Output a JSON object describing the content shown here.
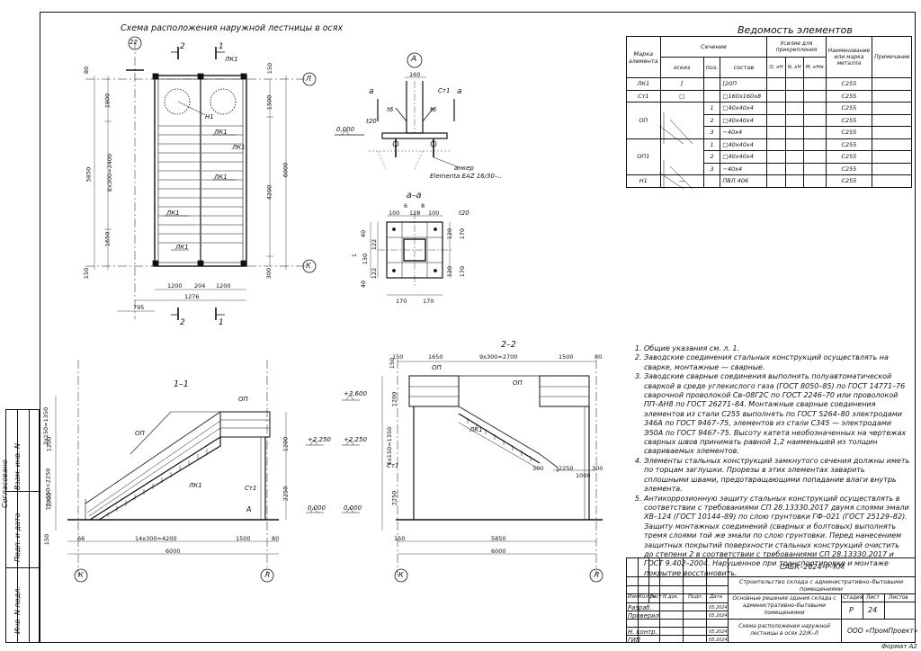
{
  "plan": {
    "title": "Схема расположения наружной лестницы в осях",
    "axis_k": "К",
    "axis_l": "Л",
    "axis_22": "22",
    "sec_2": "2",
    "sec_1": "1",
    "dims_right": [
      "150",
      "1500",
      "6000",
      "4200",
      "300"
    ],
    "dims_left": [
      "5850",
      "1800",
      "8x300=2400",
      "1650",
      "150",
      "80"
    ],
    "dims_bottom": [
      "1200",
      "204",
      "1200",
      "1276",
      "795"
    ],
    "mark_lk1": "ЛК1",
    "mark_n1": "Н1"
  },
  "nodeA": {
    "label": "А",
    "dim_top": "160",
    "mark_cm1": "Ст1",
    "mark_a": "а",
    "t6": "t6",
    "t20": "t20",
    "level": "0,000",
    "anchor1": "анкер",
    "anchor2": "Elementa EAZ 16/30–.."
  },
  "nodeAA": {
    "label": "а–а",
    "dims_top": [
      "100",
      "6",
      "128",
      "8",
      "100"
    ],
    "dims_right": [
      "120",
      "170",
      "120",
      "170"
    ],
    "dims_left": [
      "40",
      "122",
      "130",
      "122",
      "40",
      "1"
    ],
    "dims_bottom": [
      "170",
      "170"
    ],
    "t20": "t20"
  },
  "sec11": {
    "label": "1–1",
    "levels": [
      "+2,250",
      "0,000"
    ],
    "marks": [
      "ОП",
      "ОП",
      "ЛК1",
      "Ст1",
      "А"
    ],
    "dims_left": [
      "2x150=1350",
      "1200",
      "15x150=2250",
      "1200",
      "150"
    ],
    "dims_right": [
      "1200",
      "2250"
    ],
    "dims_bottom": [
      "66",
      "14x300=4200",
      "1500",
      "80",
      "6000"
    ],
    "axis_k": "К",
    "axis_l": "Л"
  },
  "sec22": {
    "label": "2–2",
    "levels": [
      "+3,600",
      "+2,250",
      "0,000"
    ],
    "marks": [
      "ОП",
      "ОП",
      "ЛК1",
      "Ст1"
    ],
    "dims_top": [
      "150",
      "1650",
      "9x300=2700",
      "1500",
      "80"
    ],
    "dims_left": [
      "6x150=1350",
      "1200",
      "2250",
      "150"
    ],
    "dims_bottom": [
      "300",
      "2250",
      "1000",
      "300",
      "5850",
      "150"
    ],
    "dims_overall": "6000",
    "axis_k": "К",
    "axis_l": "Л"
  },
  "elements": {
    "title": "Ведомость элементов",
    "head": {
      "mark": "Марка элемента",
      "section": "Сечение",
      "sketch": "эскиз",
      "pos": "поз.",
      "comp": "состав",
      "force": "Усилие для прикрепления",
      "q": "Q, кН",
      "n": "N, кН",
      "m": "M, кНм",
      "metal": "Наименование или марка металла",
      "note": "Примечание"
    },
    "rows": [
      {
        "mark": "ЛК1",
        "sketch": "[",
        "pos": "",
        "comp": "[20П",
        "metal": "С255"
      },
      {
        "mark": "Ст1",
        "sketch": "□",
        "pos": "",
        "comp": "□160х160х8",
        "metal": "С255"
      },
      {
        "mark": "ОП",
        "sketch": "",
        "pos": "1",
        "comp": "□40х40х4",
        "metal": "С255"
      },
      {
        "mark": "",
        "sketch": "",
        "pos": "2",
        "comp": "□40х40х4",
        "metal": "С255"
      },
      {
        "mark": "",
        "sketch": "",
        "pos": "3",
        "comp": "−40х4",
        "metal": "С255"
      },
      {
        "mark": "ОП1",
        "sketch": "",
        "pos": "1",
        "comp": "□40х40х4",
        "metal": "С255"
      },
      {
        "mark": "",
        "sketch": "",
        "pos": "2",
        "comp": "□40х40х4",
        "metal": "С255"
      },
      {
        "mark": "",
        "sketch": "",
        "pos": "3",
        "comp": "−40х4",
        "metal": "С255"
      },
      {
        "mark": "Н1",
        "sketch": "—",
        "pos": "",
        "comp": "ПВЛ 406",
        "metal": "С255"
      }
    ]
  },
  "notes": [
    "Общие указания см. л. 1.",
    "Заводские соединения стальных конструкций осуществлять на сварке, монтажные — сварные.",
    "Заводские сварные соединения выполнять полуавтоматической сваркой в среде углекислого газа (ГОСТ 8050–85) по ГОСТ 14771–76 сварочной проволокой Св–08Г2С по ГОСТ 2246–70 или проволокой ПП–АН8 по ГОСТ 26271–84. Монтажные сварные соединения элементов из стали С255 выполнять по ГОСТ 5264–80 электродами 346А по ГОСТ 9467–75, элементов из стали С345 — электродами Э50А по ГОСТ 9467–75. Высоту катета необозначенных на чертежах сварных швов принимать равной 1,2 наименьшей из толщин свариваемых элементов.",
    "Элементы стальных конструкций замкнутого сечения должны иметь по торцам заглушки. Прорезы в этих элементах заварить сплошными швами, предотвращающими попадание влаги внутрь элемента.",
    "Антикоррозионную защиту стальных конструкций осуществлять в соответствии с требованиями СП 28.13330.2017 двумя слоями эмали ХВ–124 (ГОСТ 10144–89) по слою грунтовки ГФ–021 (ГОСТ 25129–82). Защиту монтажных соединений (сварных и болтовых) выполнять тремя слоями той же эмали по слою грунтовки. Перед нанесением защитных покрытий поверхности стальных конструкций очистить до степени 2 в соответствии с требованиями СП 28.13330.2017 и ГОСТ 9.402–2004. Нарушенное при транспортировке и монтаже покрытие восстановить."
  ],
  "titleblock": {
    "code": "САБК–2024–Р–КМ",
    "project": "Строительство склада с административно–бытовыми помещениями",
    "cols": [
      "Изм.",
      "Кол.уч",
      "Лист",
      "N док.",
      "Подп.",
      "Дата"
    ],
    "roles": [
      "Разраб.",
      "Проверил",
      "",
      "Н. контр.",
      "ГИП"
    ],
    "dates": [
      "05.2024",
      "05.2024",
      "05.2024",
      "05.2024"
    ],
    "part": "Основные решения здания склада с административно–бытовыми помещениями",
    "stage_h": "Стадия",
    "sheet_h": "Лист",
    "sheets_h": "Листов",
    "stage": "Р",
    "sheet": "24",
    "sheet_title": "Схема расположения наружной лестницы в осях 22/К–Л",
    "org": "ООО «ПромПроект»"
  },
  "strip": {
    "agreed": "Согласовано",
    "f1": "Инв. N подл.",
    "f2": "Подп. и дата",
    "f3": "Взам. инв. N"
  },
  "format": "Формат А2"
}
